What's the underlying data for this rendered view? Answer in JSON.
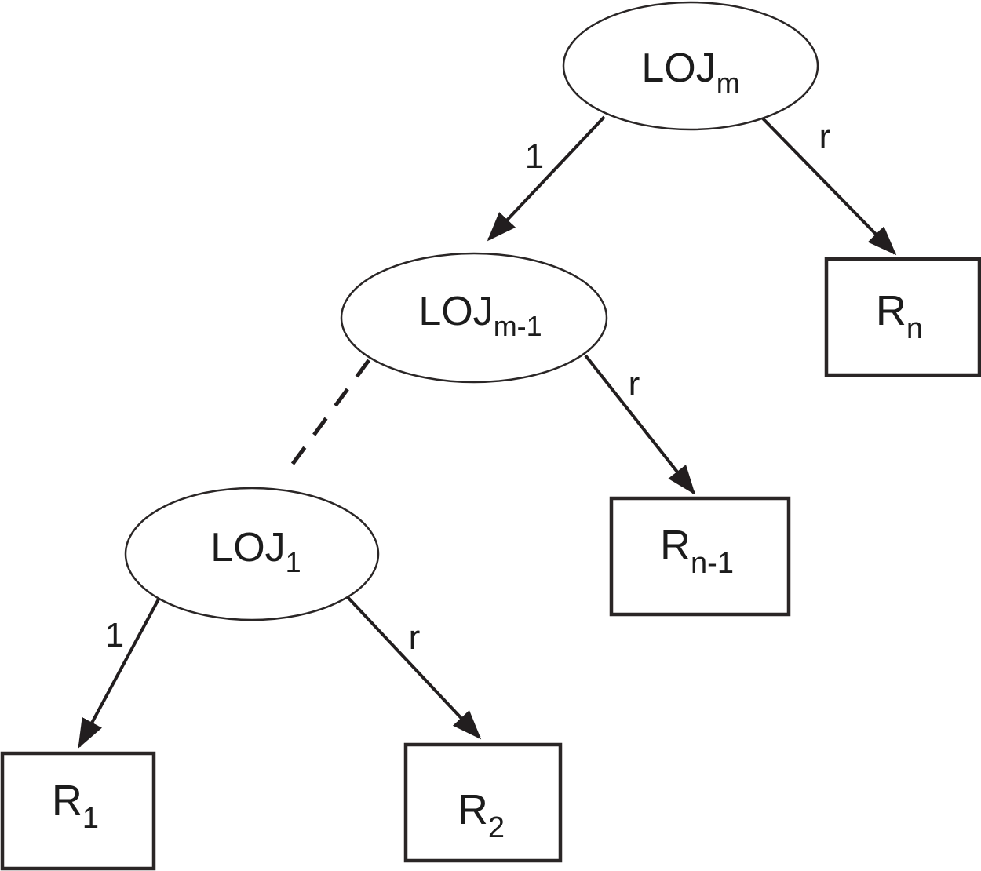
{
  "diagram": {
    "kind": "left-deep-outer-join-tree",
    "colors": {
      "ink": "#221e1f",
      "background": "#ffffff"
    },
    "nodes": {
      "loj_m": {
        "text": "LOJ",
        "sub": "m"
      },
      "loj_m_1": {
        "text": "LOJ",
        "sub": "m-1"
      },
      "loj_1": {
        "text": "LOJ",
        "sub": "1"
      },
      "r_n": {
        "text": "R",
        "sub": "n"
      },
      "r_n_1": {
        "text": "R",
        "sub": "n-1"
      },
      "r_1": {
        "text": "R",
        "sub": "1"
      },
      "r_2": {
        "text": "R",
        "sub": "2"
      }
    },
    "edge_labels": {
      "loj_m_left": "1",
      "loj_m_right": "r",
      "loj_m_1_right": "r",
      "loj_1_left": "1",
      "loj_1_right": "r"
    }
  }
}
